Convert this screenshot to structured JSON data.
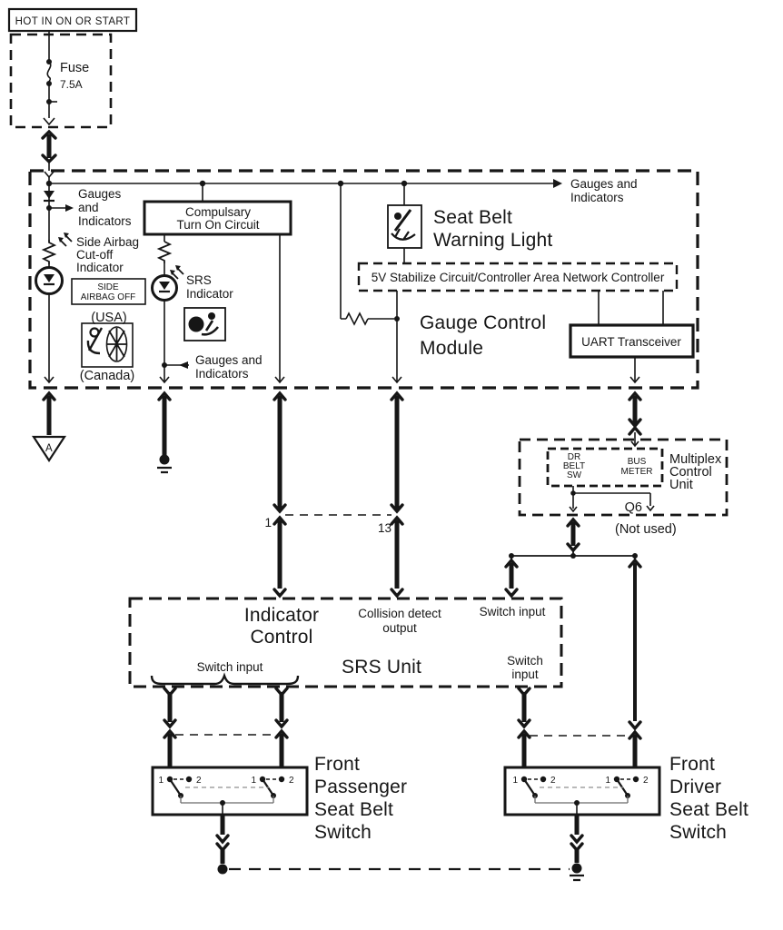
{
  "colors": {
    "ink": "#161616",
    "paper": "#ffffff",
    "gray": "#8f8f8f"
  },
  "power": {
    "header": "HOT IN ON OR START",
    "fuse_name": "Fuse",
    "fuse_rating": "7.5A"
  },
  "gcm": {
    "title": [
      "Gauge Control",
      "Module"
    ],
    "bus_out": [
      "Gauges and",
      "Indicators"
    ],
    "left_tap": [
      "Gauges",
      "and",
      "Indicators"
    ],
    "side_airbag": [
      "Side Airbag",
      "Cut-off",
      "Indicator"
    ],
    "side_airbag_off": [
      "SIDE",
      "AIRBAG OFF"
    ],
    "usa": "(USA)",
    "canada": "(Canada)",
    "compulsary": [
      "Compulsary",
      "Turn On Circuit"
    ],
    "srs_indicator": [
      "SRS",
      "Indicator"
    ],
    "mid_tap": [
      "Gauges and",
      "Indicators"
    ],
    "seat_belt_light": [
      "Seat Belt",
      "Warning Light"
    ],
    "stabilizer": "5V Stabilize Circuit/Controller Area Network Controller",
    "uart": "UART Transceiver"
  },
  "grounds": {
    "a": "A"
  },
  "pins": {
    "p1": "1",
    "p13": "13"
  },
  "mcu": {
    "title": [
      "Multiplex",
      "Control",
      "Unit"
    ],
    "dr_belt_sw": [
      "DR",
      "BELT",
      "SW"
    ],
    "bus_meter": [
      "BUS",
      "METER"
    ],
    "q6": "Q6",
    "not_used": "(Not used)"
  },
  "srs": {
    "title": "SRS Unit",
    "indicator_control": [
      "Indicator",
      "Control"
    ],
    "collision": [
      "Collision detect",
      "output"
    ],
    "switch_input_top": "Switch input",
    "switch_input_left": "Switch input",
    "switch_input_right": [
      "Switch",
      "input"
    ]
  },
  "passenger": {
    "title": [
      "Front",
      "Passenger",
      "Seat Belt",
      "Switch"
    ],
    "terminals": [
      "1",
      "2",
      "1",
      "2"
    ]
  },
  "driver": {
    "title": [
      "Front",
      "Driver",
      "Seat Belt",
      "Switch"
    ],
    "terminals": [
      "1",
      "2",
      "1",
      "2"
    ]
  }
}
